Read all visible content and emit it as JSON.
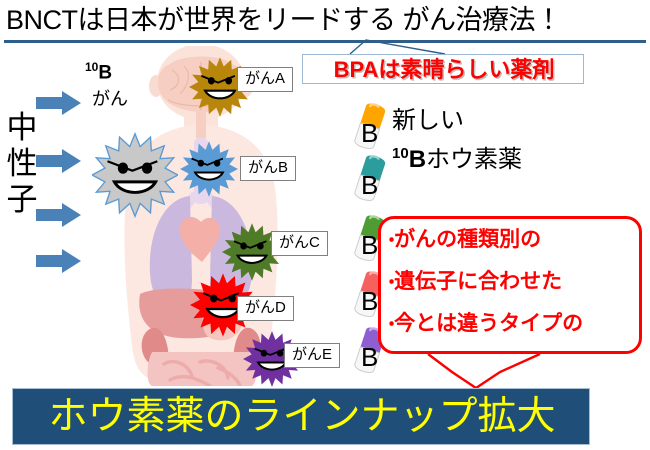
{
  "title": {
    "text": "BNCTは日本が世界をリードする がん治療法！"
  },
  "left_panel": {
    "neutron_label_chars": [
      "中",
      "性",
      "子"
    ],
    "neutron_label_full": "中性子",
    "arrow_count": 4,
    "boron_superscript": "10",
    "boron_symbol": "B",
    "cancer_label": "がん"
  },
  "cancers": [
    {
      "id": "A",
      "label": "がんA",
      "color": "#B8860B",
      "organ": "brain"
    },
    {
      "id": "B",
      "label": "がんB",
      "color": "#5B9BD5",
      "organ": "throat"
    },
    {
      "id": "C",
      "label": "がんC",
      "color": "#4F7A28",
      "organ": "lung"
    },
    {
      "id": "D",
      "label": "がんD",
      "color": "#FF0000",
      "organ": "liver"
    },
    {
      "id": "E",
      "label": "がんE",
      "color": "#7030A0",
      "organ": "intestine"
    },
    {
      "id": "X",
      "label": "",
      "color": "#C8C8C8",
      "organ": "outside"
    }
  ],
  "bpa_callout": {
    "text": "BPAは素晴らしい薬剤",
    "text_color": "#FF0000",
    "border_color": "#9DB8D2"
  },
  "new_drug": {
    "line1": "新しい",
    "line2_superscript": "10",
    "line2_symbol": "B",
    "line2_rest": "ホウ素薬"
  },
  "capsules": [
    {
      "color": "#FFA500",
      "letter": "B"
    },
    {
      "color": "#2A9D9C",
      "letter": "B"
    },
    {
      "color": "#4F9C35",
      "letter": "B"
    },
    {
      "color": "#F4615E",
      "letter": "B"
    },
    {
      "color": "#8E5FD0",
      "letter": "B"
    }
  ],
  "red_callout": {
    "border_color": "#FF0000",
    "text_color": "#FF0000",
    "lines": [
      {
        "bullet": "・",
        "text": "がんの種類別の"
      },
      {
        "bullet": "・",
        "text": "遺伝子に合わせた"
      },
      {
        "bullet": "・",
        "text": "今とは違うタイプの"
      }
    ]
  },
  "banner": {
    "text": "ホウ素薬のラインナップ拡大",
    "background": "#1F4E79",
    "text_color": "#FFFF00"
  }
}
